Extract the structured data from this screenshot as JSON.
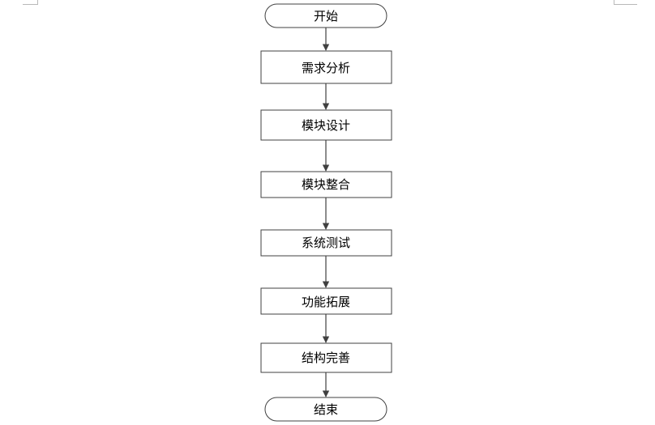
{
  "flowchart": {
    "nodes": [
      {
        "id": "start",
        "shape": "terminal",
        "label": "开始"
      },
      {
        "id": "step1",
        "shape": "process",
        "label": "需求分析"
      },
      {
        "id": "step2",
        "shape": "process",
        "label": "模块设计"
      },
      {
        "id": "step3",
        "shape": "process",
        "label": "模块整合"
      },
      {
        "id": "step4",
        "shape": "process",
        "label": "系统测试"
      },
      {
        "id": "step5",
        "shape": "process",
        "label": "功能拓展"
      },
      {
        "id": "step6",
        "shape": "process",
        "label": "结构完善"
      },
      {
        "id": "end",
        "shape": "terminal",
        "label": "结束"
      }
    ],
    "edges": [
      {
        "from": "start",
        "to": "step1"
      },
      {
        "from": "step1",
        "to": "step2"
      },
      {
        "from": "step2",
        "to": "step3"
      },
      {
        "from": "step3",
        "to": "step4"
      },
      {
        "from": "step4",
        "to": "step5"
      },
      {
        "from": "step5",
        "to": "step6"
      },
      {
        "from": "step6",
        "to": "end"
      }
    ]
  }
}
